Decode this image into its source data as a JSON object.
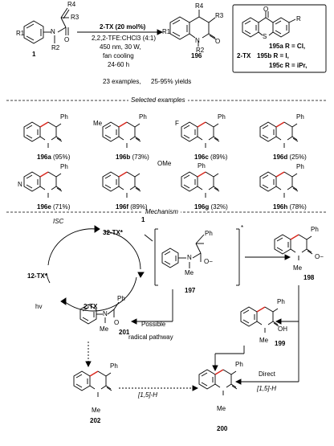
{
  "scheme": {
    "reactant_label": "1",
    "product_label": "196",
    "catalyst": "2-TX (20 mol%)",
    "solvent": "2,2,2-TFE:CHCl3 (4:1)",
    "light": "450 nm, 30 W,",
    "cooling": "fan cooling",
    "time": "24-60 h",
    "scope": "23 examples,",
    "yield_range": "25-95% yields",
    "substituents": {
      "r1": "R1",
      "r2": "R2",
      "r3": "R3",
      "r4": "R4",
      "n": "N",
      "o": "O"
    }
  },
  "catalyst_box": {
    "label": "2-TX",
    "variants": [
      "195a R = Cl,",
      "195b R = I,",
      "195c R = iPr,"
    ],
    "atoms": {
      "o": "O",
      "s": "S",
      "r": "R"
    }
  },
  "sections": {
    "examples_title": "Selected examples",
    "mechanism_title": "Mechanism"
  },
  "examples": [
    {
      "label": "196a",
      "yield": "(95%)",
      "sub": "Ph"
    },
    {
      "label": "196b",
      "yield": "(73%)",
      "sub": "Me"
    },
    {
      "label": "196c",
      "yield": "(89%)",
      "sub": "F"
    },
    {
      "label": "196d",
      "yield": "(25%)",
      "sub": ""
    },
    {
      "label": "196e",
      "yield": "(71%)",
      "sub": "N"
    },
    {
      "label": "196f",
      "yield": "(89%)",
      "sub": "OMe"
    },
    {
      "label": "196g",
      "yield": "(32%)",
      "sub": "Ph"
    },
    {
      "label": "196h",
      "yield": "(78%)",
      "sub": ""
    }
  ],
  "common_atoms": {
    "ph": "Ph",
    "n": "N",
    "o": "O",
    "me": "Me"
  },
  "mechanism": {
    "isc": "ISC",
    "triplet": "32-TX*",
    "singlet": "12-TX*",
    "hv": "hv",
    "ground": "2-TX",
    "start": "1",
    "int197": "197",
    "int198": "198",
    "int199": "199",
    "int201": "201",
    "int202": "202",
    "product": "200",
    "possible": "Possible",
    "radical": "radical pathway",
    "shift1": "[1,5]-H",
    "shift2": "[1,5]-H",
    "direct": "Direct",
    "oh": "OH",
    "ominus": "O−",
    "dagger": "*"
  },
  "colors": {
    "red_bond": "#d9261c",
    "line": "#000000"
  }
}
